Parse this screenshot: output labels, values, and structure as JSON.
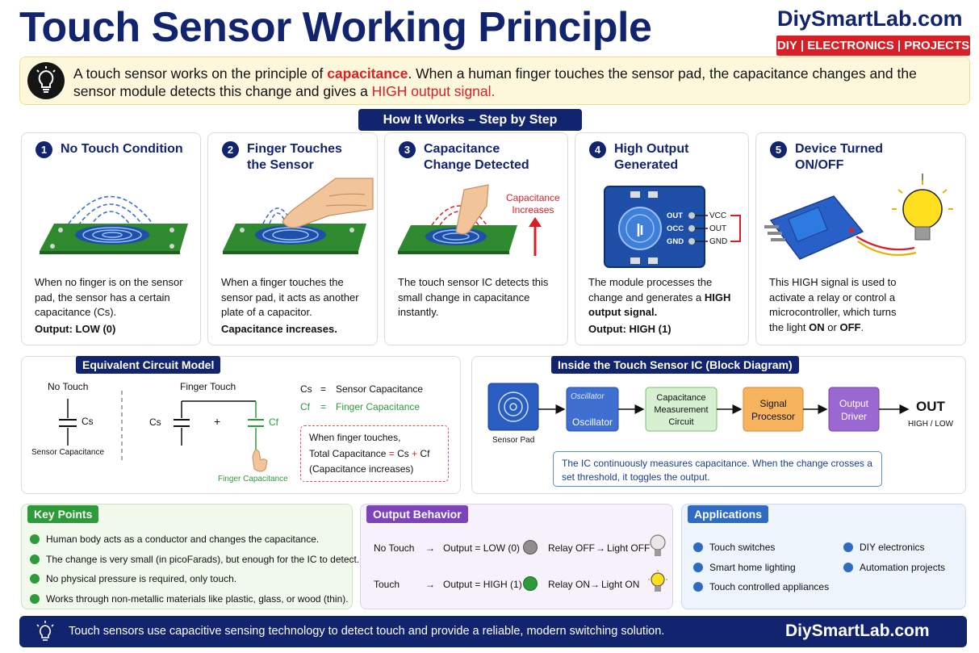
{
  "header": {
    "title": "Touch Sensor Working Principle",
    "brand": "DiySmartLab.com",
    "brand_tagline": "DIY | ELECTRONICS | PROJECTS"
  },
  "intro": {
    "part1": "A touch sensor works on the principle of ",
    "highlight1": "capacitance",
    "part2": ". When a human finger touches the sensor pad, the capacitance changes and the sensor module detects this change and gives a ",
    "highlight2": "HIGH output signal."
  },
  "steps_header": "How It Works – Step by Step",
  "steps": [
    {
      "num": "1",
      "title": "No Touch Condition",
      "desc": "When no finger is on the sensor pad, the sensor has a certain capacitance (Cs).",
      "output": "Output: LOW (0)"
    },
    {
      "num": "2",
      "title": "Finger Touches\nthe Sensor",
      "desc": "When a finger touches the sensor pad, it acts as another plate of a capacitor.",
      "output": "Capacitance increases."
    },
    {
      "num": "3",
      "title": "Capacitance\nChange Detected",
      "desc": "The touch sensor IC detects this small change in capacitance instantly.",
      "annotation": "Capacitance\nIncreases"
    },
    {
      "num": "4",
      "title": "High Output\nGenerated",
      "desc_part1": "The module processes the change and generates a ",
      "desc_bold": "HIGH output signal.",
      "output": "Output: HIGH (1)",
      "pins": [
        "OUT",
        "OCC",
        "GND"
      ],
      "pins_right": [
        "VCC",
        "OUT",
        "GND"
      ]
    },
    {
      "num": "5",
      "title": "Device Turned\nON/OFF",
      "desc_part1": "This HIGH signal is used to activate a relay or control a microcontroller, which turns the light ",
      "desc_on": "ON",
      "desc_or": " or ",
      "desc_off": "OFF",
      "desc_end": "."
    }
  ],
  "circuit": {
    "title": "Equivalent Circuit Model",
    "no_touch": "No Touch",
    "finger_touch": "Finger Touch",
    "cs": "Cs",
    "cf": "Cf",
    "plus": "+",
    "sensor_cap": "Sensor Capacitance",
    "finger_cap": "Finger Capacitance",
    "eq": "=",
    "legend_cs": "Sensor Capacitance",
    "legend_cf": "Finger Capacitance",
    "formula_line1": "When finger touches,",
    "formula_total": "Total Capacitance",
    "formula_cs": "Cs",
    "formula_plus": "+",
    "formula_cf": "Cf",
    "formula_line3": "(Capacitance increases)"
  },
  "block": {
    "title": "Inside the Touch Sensor IC (Block Diagram)",
    "sensor_pad": "Sensor Pad",
    "osc_wave": "Oscillator",
    "oscillator": "Oscillator",
    "cap_meas": "Capacitance\nMeasurement\nCircuit",
    "signal": "Signal\nProcessor",
    "driver": "Output\nDriver",
    "out": "OUT",
    "out_sub": "HIGH / LOW",
    "note": "The IC continuously measures capacitance. When the change crosses a set threshold, it toggles the output."
  },
  "key_points": {
    "title": "Key Points",
    "items": [
      "Human body acts as a conductor and changes the capacitance.",
      "The change is very small (in picoFarads), but enough for the IC to detect.",
      "No physical pressure is required, only touch.",
      "Works through non-metallic materials like plastic, glass, or wood (thin)."
    ]
  },
  "output_behavior": {
    "title": "Output Behavior",
    "rows": [
      {
        "input": "No Touch",
        "arrow": "→",
        "output": "Output = LOW (0)",
        "relay": "Relay OFF",
        "arrow2": "→",
        "light": "Light OFF",
        "color": "#8e8e8e"
      },
      {
        "input": "Touch",
        "arrow": "→",
        "output": "Output = HIGH (1)",
        "relay": "Relay ON",
        "arrow2": "→",
        "light": "Light ON",
        "color": "#2e9a3a"
      }
    ]
  },
  "applications": {
    "title": "Applications",
    "col1": [
      "Touch switches",
      "Smart home lighting",
      "Touch controlled appliances"
    ],
    "col2": [
      "DIY electronics",
      "Automation projects"
    ]
  },
  "footer": {
    "text": "Touch sensors use capacitive sensing technology to detect touch and provide a reliable, modern switching solution.",
    "brand": "DiySmartLab.com"
  },
  "colors": {
    "navy": "#12246e",
    "red": "#d81f26",
    "green": "#2e9a3a",
    "pcb": "#2f8a2f",
    "blue_pad": "#1f50a8"
  }
}
